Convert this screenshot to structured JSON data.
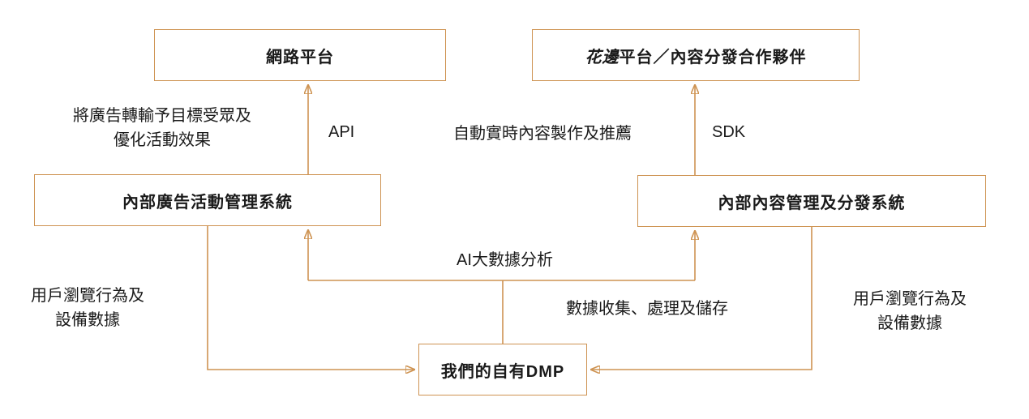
{
  "diagram": {
    "boxes": {
      "network_platform": {
        "label": "網路平台"
      },
      "huabian_platform": {
        "label_italic": "花邊",
        "label_rest": "平台／內容分發合作夥伴"
      },
      "ad_system": {
        "label": "內部廣告活動管理系統"
      },
      "content_system": {
        "label": "內部內容管理及分發系統"
      },
      "dmp": {
        "label": "我們的自有DMP"
      }
    },
    "labels": {
      "ad_delivery": "將廣告轉輸予目標受眾及\n優化活動效果",
      "api": "API",
      "auto_content": "自動實時內容製作及推薦",
      "sdk": "SDK",
      "ai_analysis": "AI大數據分析",
      "user_data_left": "用戶瀏覽行為及\n設備數據",
      "data_collection": "數據收集、處理及儲存",
      "user_data_right": "用戶瀏覽行為及\n設備數據"
    },
    "colors": {
      "accent": "#CE9352",
      "text": "#1A1A1A",
      "background": "#FFFFFF"
    }
  }
}
